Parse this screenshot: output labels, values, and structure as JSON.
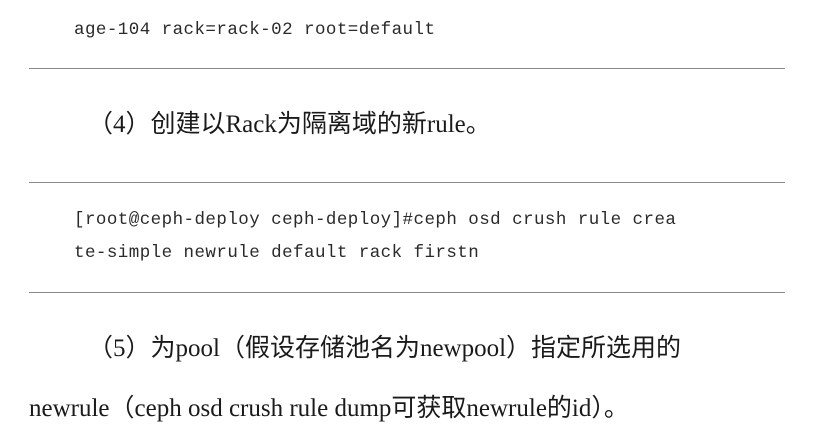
{
  "block1": {
    "line1": "age-104 rack=rack-02 root=default"
  },
  "step4": {
    "text": "（4）创建以Rack为隔离域的新rule。"
  },
  "block2": {
    "line1": "[root@ceph-deploy ceph-deploy]#ceph osd crush rule crea",
    "line2": "te-simple newrule default rack firstn"
  },
  "step5": {
    "line1": "（5）为pool（假设存储池名为newpool）指定所选用的",
    "line2": "newrule（ceph osd crush rule dump可获取newrule的id）。"
  }
}
